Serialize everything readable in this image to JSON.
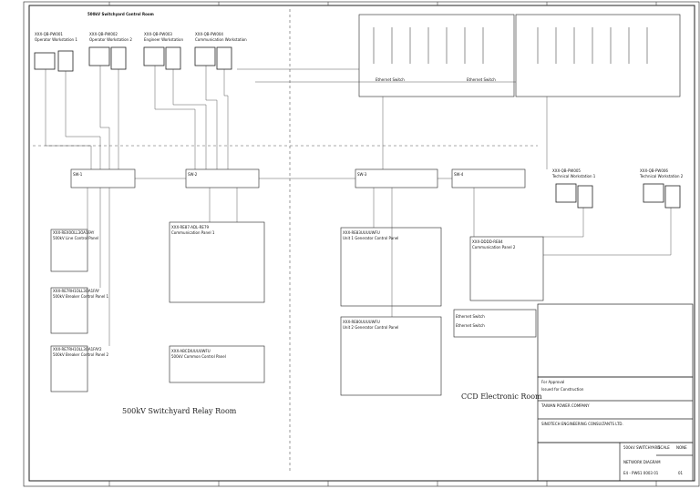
{
  "drawing": {
    "areas": {
      "relay_room": "500kV Switchyard Relay Room",
      "ccd_room": "CCD Electronic Room",
      "control_room": "500kV Switchyard Control Room"
    },
    "workstations": [
      {
        "tag": "XXX-QB-PW001",
        "label": "Operator Workstation 1"
      },
      {
        "tag": "XXX-QB-PW002",
        "label": "Operator Workstation 2"
      },
      {
        "tag": "XXX-QB-PW003",
        "label": "Engineer Workstation"
      },
      {
        "tag": "XXX-QB-PW004",
        "label": "Communication Workstation"
      },
      {
        "tag": "XXX-QB-PW005",
        "label": "Technical Workstation 1"
      },
      {
        "tag": "XXX-QB-PW006",
        "label": "Technical Workstation 2"
      }
    ],
    "panels": [
      {
        "tag": "XXX-REX0OLL3OA1FAY",
        "label": "500kV Line Control Panel"
      },
      {
        "tag": "XXX-RE7RH1OLL3OA1FAY",
        "label": "500kV Breaker Control Panel 1"
      },
      {
        "tag": "XXX-RE7RH1OLL3OA1FAY2",
        "label": "500kV Breaker Control Panel 2"
      },
      {
        "tag": "XXX-RE87-ADL-RE79",
        "label": "Communication Panel 1"
      },
      {
        "tag": "XXX-ABCDIUUUUWFU",
        "label": "500kV Common Control Panel"
      },
      {
        "tag": "XXX-RE83UUUUWFU",
        "label": "Unit 1 Generator Control Panel"
      },
      {
        "tag": "XXX-RE80UUUUWFU",
        "label": "Unit 2 Generator Control Panel"
      },
      {
        "tag": "XXX-DDDD-RE84",
        "label": "Communication Panel 2"
      }
    ],
    "switches": [
      {
        "label": "Ethernet Switch"
      },
      {
        "label": "Ethernet Switch"
      }
    ],
    "ethernet_labels": [
      "Ethernet Switch",
      "Ethernet Switch"
    ],
    "link_tags": [
      "SW-1",
      "SW-2",
      "SW-3",
      "SW-4"
    ],
    "title_block": {
      "company_1": "TAIWAN POWER COMPANY",
      "company_2": "SINOTECH ENGINEERING CONSULTANTS LTD.",
      "project": "500kV SWITCHYARD",
      "sheet_title": "NETWORK DIAGRAM",
      "dwg_no": "E4 - PW61 0003 01",
      "rev": "01",
      "scale_label": "SCALE",
      "scale": "NONE"
    },
    "revision_rows": [
      "For Approval",
      "Issued for Construction"
    ]
  }
}
